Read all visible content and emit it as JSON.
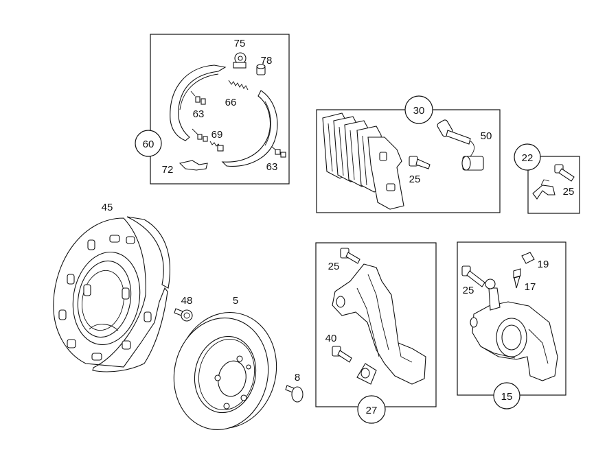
{
  "callouts": {
    "c75": "75",
    "c78": "78",
    "c66": "66",
    "c63a": "63",
    "c69": "69",
    "c60": "60",
    "c72": "72",
    "c63b": "63",
    "c30": "30",
    "c50": "50",
    "c25a": "25",
    "c22": "22",
    "c25b": "25",
    "c45": "45",
    "c48": "48",
    "c5": "5",
    "c8": "8",
    "c25c": "25",
    "c40": "40",
    "c27": "27",
    "c19": "19",
    "c25d": "25",
    "c17": "17",
    "c15": "15"
  }
}
